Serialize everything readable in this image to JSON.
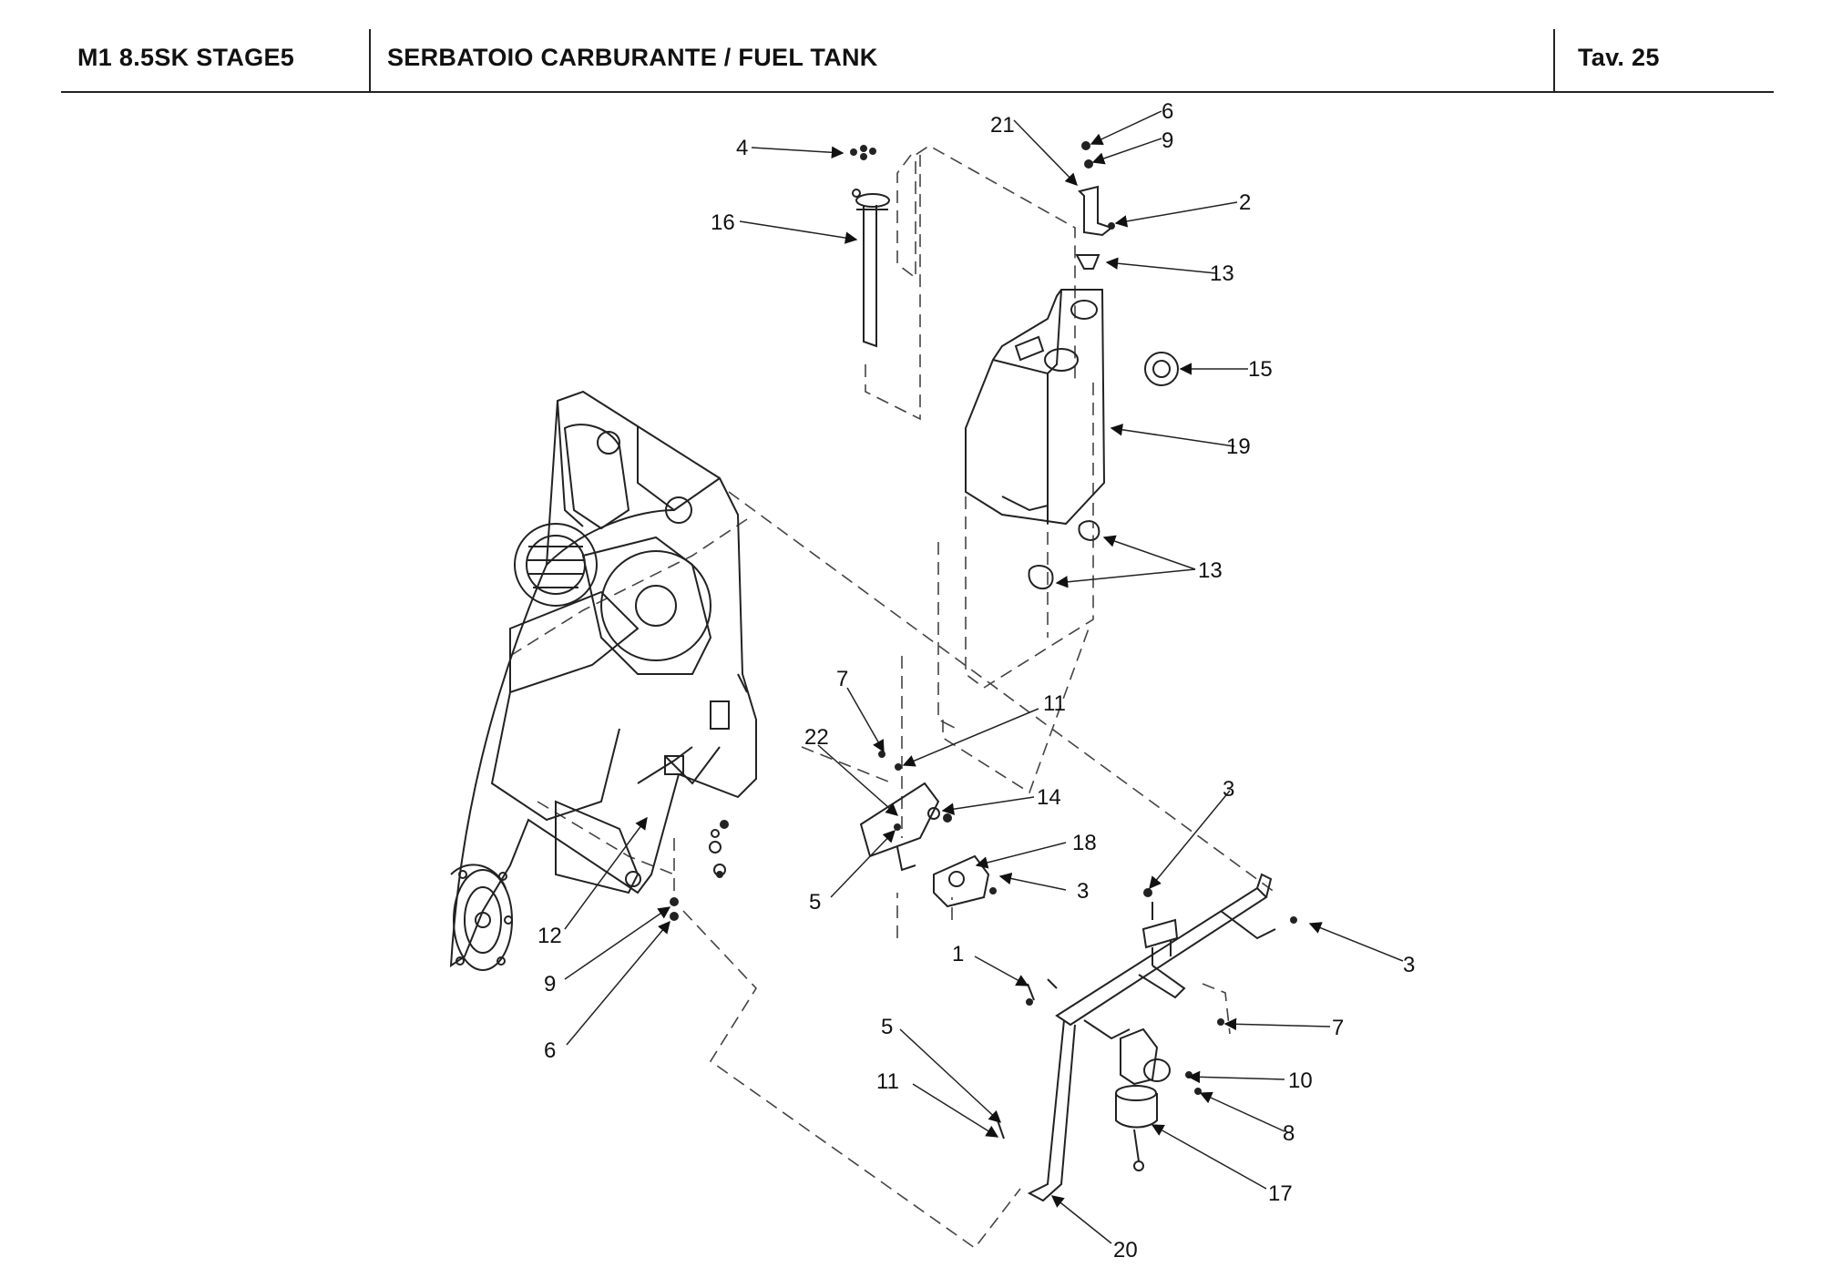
{
  "header": {
    "model": "M1 8.5SK STAGE5",
    "title": "SERBATOIO CARBURANTE / FUEL TANK",
    "table_label": "Tav.  25"
  },
  "callouts": [
    "4",
    "16",
    "21",
    "6",
    "9",
    "2",
    "13",
    "15",
    "19",
    "13",
    "7",
    "11",
    "22",
    "14",
    "18",
    "3",
    "5",
    "12",
    "9",
    "6",
    "3",
    "3",
    "1",
    "7",
    "5",
    "11",
    "10",
    "8",
    "17",
    "20"
  ]
}
